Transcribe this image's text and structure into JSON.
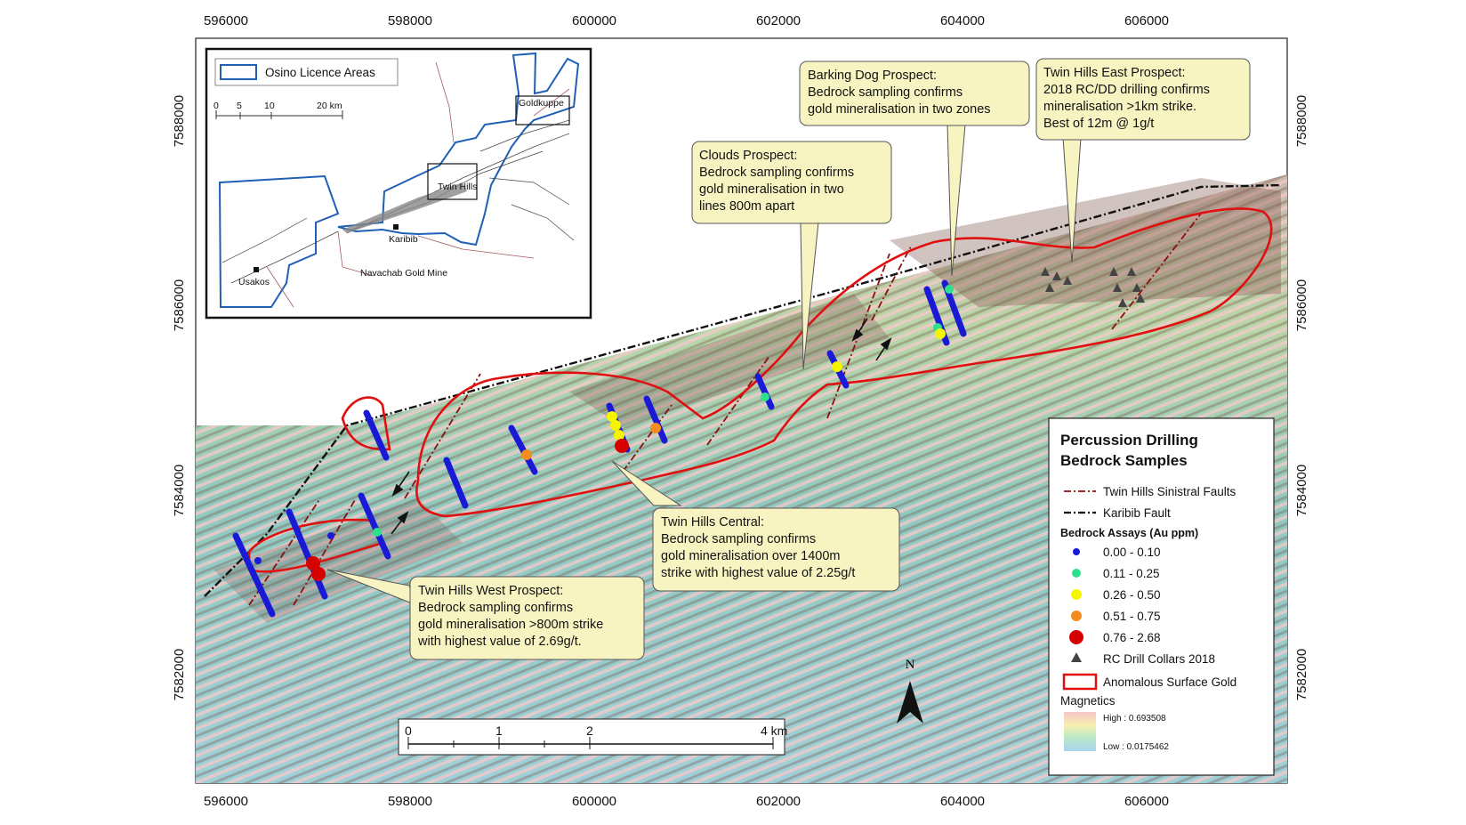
{
  "x_ticks": [
    "596000",
    "598000",
    "600000",
    "602000",
    "604000",
    "606000"
  ],
  "y_ticks": [
    "7588000",
    "7586000",
    "7584000",
    "7582000"
  ],
  "inset": {
    "legend_label": "Osino Licence Areas",
    "scale_labels": [
      "0",
      "5",
      "10",
      "20 km"
    ],
    "places": {
      "goldkuppe": "Goldkuppe",
      "twin_hills": "Twin Hills",
      "karibib": "Karibib",
      "usakos": "Usakos",
      "navachab": "Navachab Gold Mine"
    }
  },
  "callouts": {
    "barking_dog": [
      "Barking Dog Prospect:",
      "Bedrock sampling confirms",
      "gold mineralisation in two zones"
    ],
    "twin_hills_east": [
      "Twin Hills East Prospect:",
      "2018 RC/DD drilling confirms",
      "mineralisation >1km strike.",
      "Best of 12m @ 1g/t"
    ],
    "clouds": [
      "Clouds Prospect:",
      "Bedrock sampling confirms",
      "gold mineralisation in two",
      "lines 800m apart"
    ],
    "central": [
      "Twin Hills Central:",
      "Bedrock sampling confirms",
      "gold mineralisation over 1400m",
      "strike with highest value of 2.25g/t"
    ],
    "west": [
      "Twin Hills West Prospect:",
      "Bedrock sampling confirms",
      "gold mineralisation >800m strike",
      "with highest value of 2.69g/t."
    ]
  },
  "legend": {
    "title_line1": "Percussion Drilling",
    "title_line2": "Bedrock Samples",
    "faults": "Twin Hills Sinistral Faults",
    "karibib_fault": "Karibib Fault",
    "assays_title": "Bedrock Assays (Au ppm)",
    "assay_classes": [
      {
        "label": "0.00 - 0.10",
        "color": "#1a1ad6"
      },
      {
        "label": "0.11 - 0.25",
        "color": "#2ee08c"
      },
      {
        "label": "0.26 - 0.50",
        "color": "#f5f500"
      },
      {
        "label": "0.51 - 0.75",
        "color": "#f28c1c"
      },
      {
        "label": "0.76 - 2.68",
        "color": "#d60000"
      }
    ],
    "rc_collars": "RC Drill Collars 2018",
    "anomalous": "Anomalous Surface Gold",
    "magnetics": "Magnetics",
    "mag_high": "High : 0.693508",
    "mag_low": "Low : 0.0175462"
  },
  "north_label": "N",
  "scale_bar_labels": [
    "0",
    "1",
    "2",
    "4 km"
  ],
  "colors": {
    "fault_red": "#8b1010",
    "anomaly_red": "#e01010",
    "licence_blue": "#1f5fb5"
  }
}
